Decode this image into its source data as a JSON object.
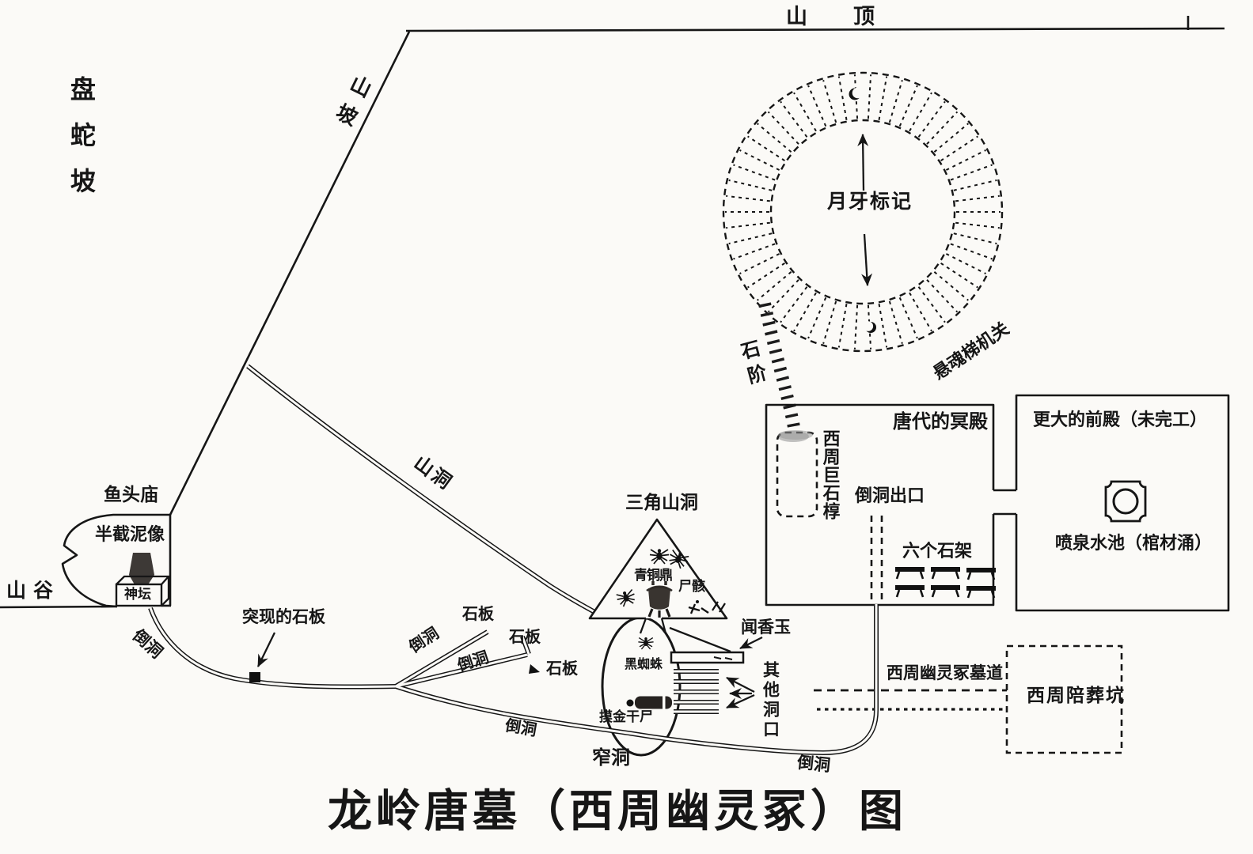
{
  "title": "龙岭唐墓（西周幽灵冢）图",
  "terrain": {
    "summit": "山顶",
    "slope": "山坡",
    "snake_slope": "盘蛇坡",
    "valley": "山谷"
  },
  "spiral_stairs": {
    "center_mark": "月牙标记",
    "mechanism": "悬魂梯机关",
    "stone_steps": "石阶"
  },
  "fish_temple": {
    "name": "鱼头庙",
    "clay_statue": "半截泥像",
    "altar": "神坛"
  },
  "caves": {
    "mountain_cave": "山洞",
    "inverted_caves": [
      "倒洞",
      "倒洞",
      "倒洞",
      "倒洞",
      "倒洞"
    ],
    "narrow_cave": "窄洞",
    "sudden_slab": "突现的石板",
    "slabs": [
      "石板",
      "石板",
      "石板"
    ],
    "other_openings": "其他洞口"
  },
  "triangle_cave": {
    "name": "三角山洞",
    "bronze_ding": "青铜鼎",
    "remains": "尸骸"
  },
  "chamber": {
    "black_spider": "黑蜘蛛",
    "gold_mummy": "摸金干尸",
    "fragrant_jade": "闻香玉"
  },
  "tang_palace": {
    "name": "唐代的冥殿",
    "stone_coffin": "西周巨石椁",
    "cave_exit": "倒洞出口",
    "stone_racks": "六个石架"
  },
  "front_hall": {
    "name": "更大的前殿（未完工）",
    "fountain": "喷泉水池（棺材涌）"
  },
  "west_zhou": {
    "tomb_passage": "西周幽灵冢墓道",
    "burial_pit": "西周陪葬坑"
  }
}
